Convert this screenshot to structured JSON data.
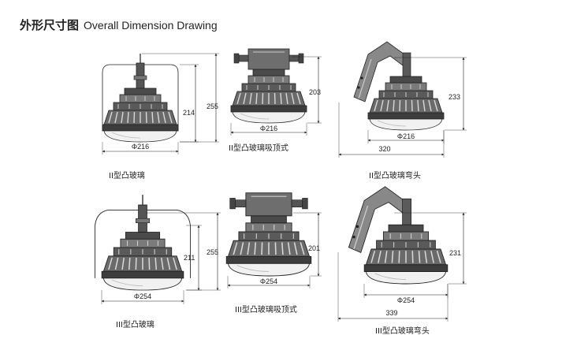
{
  "header": {
    "title_cn": "外形尺寸图",
    "title_en": "Overall Dimension Drawing"
  },
  "drawings": [
    {
      "caption": "II型凸玻璃",
      "diameter": "Φ216",
      "height_inner": "214",
      "height_outer": "255"
    },
    {
      "caption": "II型凸玻璃吸顶式",
      "diameter": "Φ216",
      "height": "203"
    },
    {
      "caption": "II型凸玻璃弯头",
      "diameter": "Φ216",
      "height": "233",
      "width": "320"
    },
    {
      "caption": "III型凸玻璃",
      "diameter": "Φ254",
      "height_inner": "211",
      "height_outer": "255"
    },
    {
      "caption": "III型凸玻璃吸顶式",
      "diameter": "Φ254",
      "height": "201"
    },
    {
      "caption": "III型凸玻璃弯头",
      "diameter": "Φ254",
      "height": "231",
      "width": "339"
    }
  ]
}
